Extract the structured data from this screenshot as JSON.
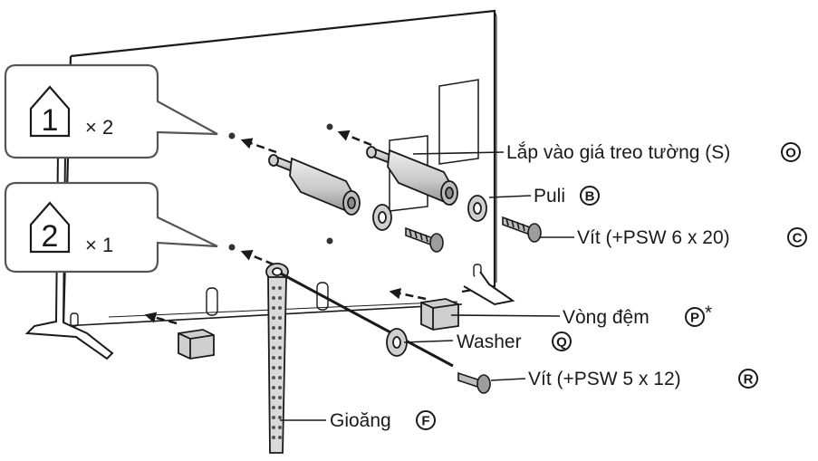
{
  "steps": [
    {
      "number": "1",
      "count": "× 2"
    },
    {
      "number": "2",
      "count": "× 1"
    }
  ],
  "labels": {
    "mount": {
      "text": "Lắp vào giá treo tường (S)",
      "badge": "O"
    },
    "pulley": {
      "text": "Puli",
      "badge": "B"
    },
    "screw_c": {
      "text": "Vít (+PSW 6 x 20)",
      "badge": "C"
    },
    "spacer": {
      "text": "Vòng đệm",
      "badge": "P",
      "suffix": "*"
    },
    "washer": {
      "text": "Washer",
      "badge": "Q"
    },
    "screw_r": {
      "text": "Vít (+PSW 5 x 12)",
      "badge": "R"
    },
    "strap": {
      "text": "Gioăng",
      "badge": "F"
    }
  },
  "colors": {
    "line": "#1a1a1a",
    "part_fill": "#d4d4d4",
    "part_dark": "#9a9a9a",
    "callout_bg": "#ffffff"
  }
}
